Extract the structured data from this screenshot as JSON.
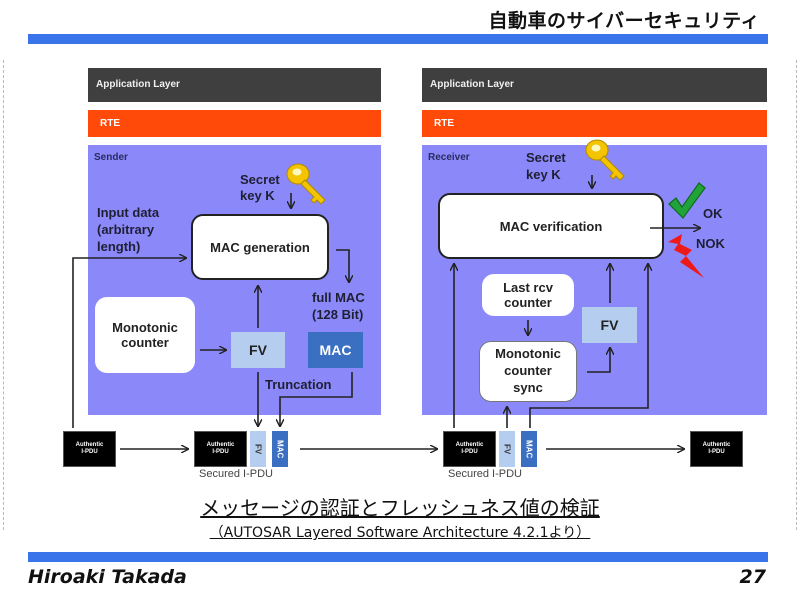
{
  "slide": {
    "title": "自動車のサイバーセキュリティ",
    "author": "Hiroaki Takada",
    "page_number": "27",
    "accent_color": "#3a74ea"
  },
  "sender": {
    "app_layer": "Application Layer",
    "rte": "RTE",
    "panel_label": "Sender",
    "secret_key_line1": "Secret",
    "secret_key_line2": "key K",
    "input_data_lines": [
      "Input data",
      "(arbitrary",
      "length)"
    ],
    "mac_generation": "MAC generation",
    "full_mac_line1": "full MAC",
    "full_mac_line2": "(128 Bit)",
    "monotonic_counter_line1": "Monotonic",
    "monotonic_counter_line2": "counter",
    "fv": "FV",
    "mac": "MAC",
    "truncation": "Truncation"
  },
  "receiver": {
    "app_layer": "Application Layer",
    "rte": "RTE",
    "panel_label": "Receiver",
    "secret_key_line1": "Secret",
    "secret_key_line2": "key K",
    "mac_verification": "MAC verification",
    "ok": "OK",
    "nok": "NOK",
    "last_rcv_line1": "Last rcv",
    "last_rcv_line2": "counter",
    "fv": "FV",
    "sync_line1": "Monotonic",
    "sync_line2": "counter",
    "sync_line3": "sync"
  },
  "pdu_flow": {
    "authentic_line1": "Authentic",
    "authentic_line2": "I-PDU",
    "fv": "FV",
    "mac": "MAC",
    "secured_label": "Secured I-PDU"
  },
  "captions": {
    "main": "メッセージの認証とフレッシュネス値の検証",
    "source": "（AUTOSAR Layered Software Architecture 4.2.1より）"
  },
  "icons": {
    "key": "key-icon",
    "check": "checkmark-icon",
    "lightning": "lightning-icon"
  }
}
